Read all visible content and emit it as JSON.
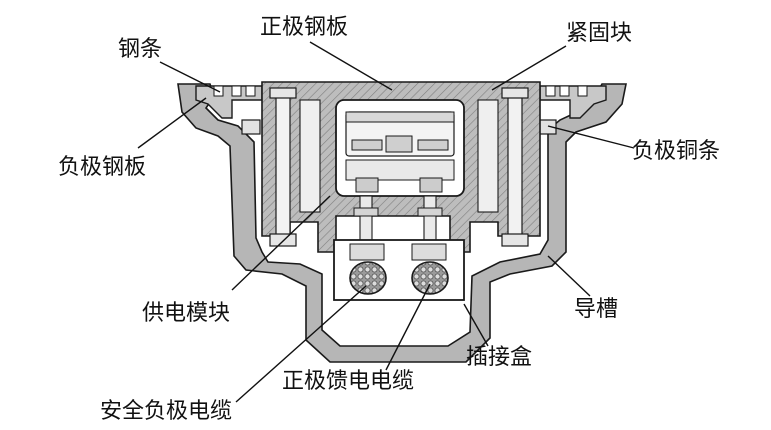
{
  "labels": {
    "steel_bar": "钢条",
    "positive_steel_plate": "正极钢板",
    "clamp_block": "紧固块",
    "negative_steel_plate": "负极钢板",
    "negative_copper_bar": "负极铜条",
    "power_module": "供电模块",
    "guide_slot": "导槽",
    "junction_box": "插接盒",
    "positive_feeder_cable": "正极馈电电缆",
    "safety_negative_cable": "安全负极电缆"
  },
  "colors": {
    "housing_fill": "#b8b8b8",
    "hatch_line": "#8a8a8a",
    "outline": "#1a1a1a",
    "leader": "#111111"
  }
}
